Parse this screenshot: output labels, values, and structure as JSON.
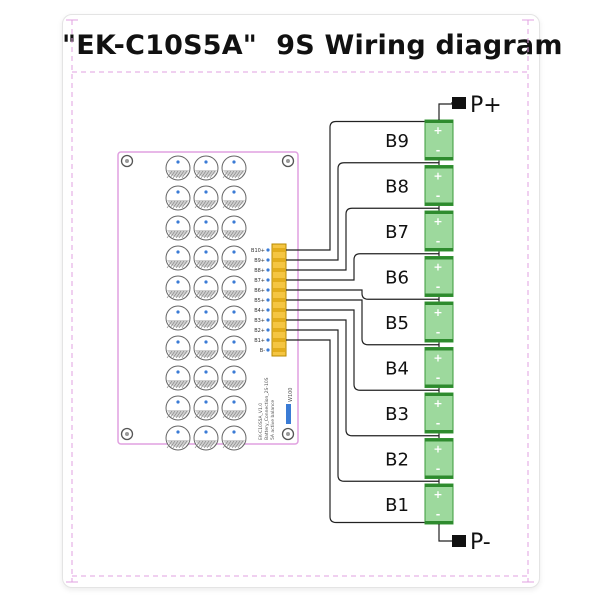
{
  "title": "\"EK-C10S5A\"  9S Wiring diagram",
  "terminals": {
    "positive": "P+",
    "negative": "P-"
  },
  "batteries": [
    "B9",
    "B8",
    "B7",
    "B6",
    "B5",
    "B4",
    "B3",
    "B2",
    "B1"
  ],
  "battery_polarity": {
    "plus": "+",
    "minus": "-"
  },
  "connector_pins": [
    "B10+",
    "B9+",
    "B8+",
    "B7+",
    "B6+",
    "B5+",
    "B4+",
    "B3+",
    "B2+",
    "B1+",
    "B-"
  ],
  "board_silkscreen": [
    "EK-C10S5A_V1.0",
    "Battery_Connection_2S-10S",
    "5A active balance"
  ],
  "board_mark": "W100",
  "colors": {
    "frame": "#e0a0e0",
    "cell": "#9dd99d",
    "cell_border": "#3a9a3a",
    "connector": "#f5c542",
    "wire": "#222222",
    "board": "#ffffff"
  }
}
